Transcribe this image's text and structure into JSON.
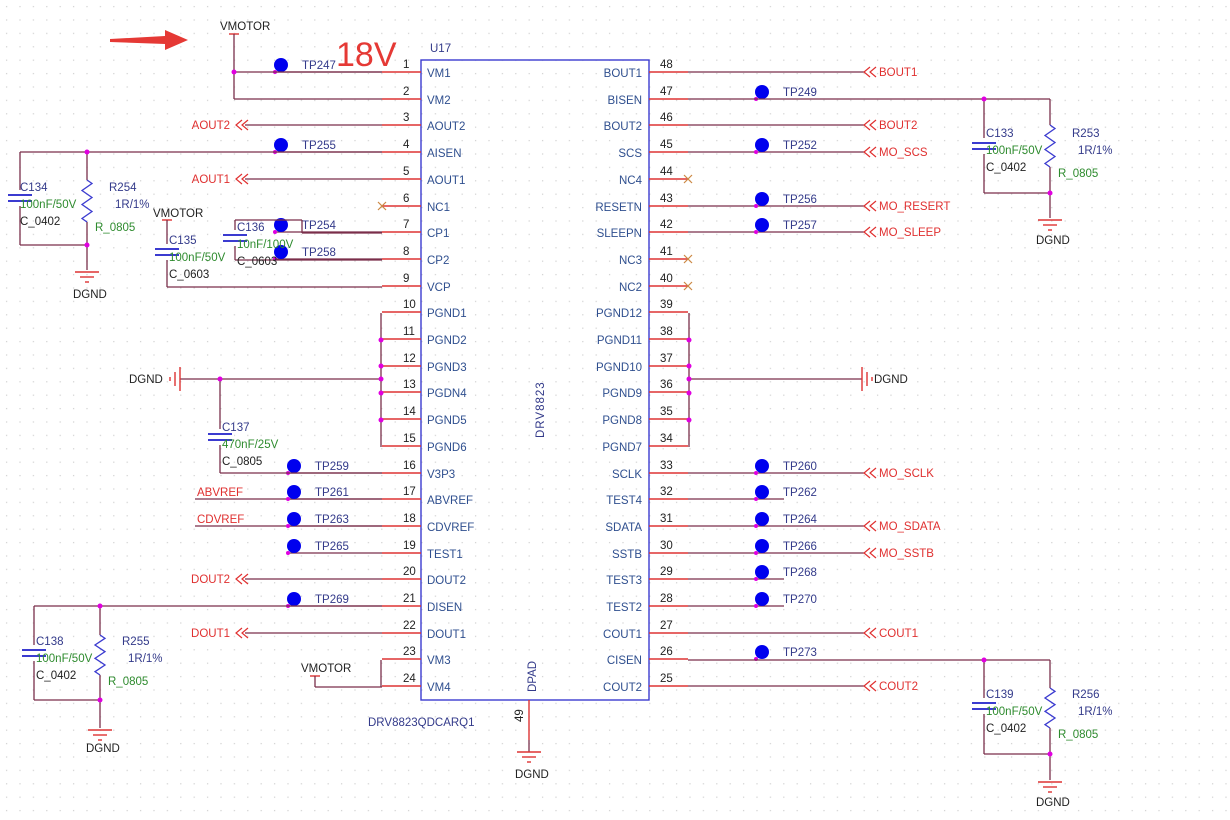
{
  "annotation": {
    "voltage_label": "18V",
    "arrow": "red-arrow-pointing-right",
    "color": "#e53935"
  },
  "component": {
    "ref": "U17",
    "part": "DRV8823QDCARQ1",
    "body_label": "DRV8823",
    "pad_label": "DPAD",
    "pad_pin": "49",
    "pad_net": "DGND",
    "left_pins": [
      {
        "num": "1",
        "name": "VM1"
      },
      {
        "num": "2",
        "name": "VM2"
      },
      {
        "num": "3",
        "name": "AOUT2"
      },
      {
        "num": "4",
        "name": "AISEN"
      },
      {
        "num": "5",
        "name": "AOUT1"
      },
      {
        "num": "6",
        "name": "NC1"
      },
      {
        "num": "7",
        "name": "CP1"
      },
      {
        "num": "8",
        "name": "CP2"
      },
      {
        "num": "9",
        "name": "VCP"
      },
      {
        "num": "10",
        "name": "PGND1"
      },
      {
        "num": "11",
        "name": "PGND2"
      },
      {
        "num": "12",
        "name": "PGND3"
      },
      {
        "num": "13",
        "name": "PGDN4"
      },
      {
        "num": "14",
        "name": "PGND5"
      },
      {
        "num": "15",
        "name": "PGND6"
      },
      {
        "num": "16",
        "name": "V3P3"
      },
      {
        "num": "17",
        "name": "ABVREF"
      },
      {
        "num": "18",
        "name": "CDVREF"
      },
      {
        "num": "19",
        "name": "TEST1"
      },
      {
        "num": "20",
        "name": "DOUT2"
      },
      {
        "num": "21",
        "name": "DISEN"
      },
      {
        "num": "22",
        "name": "DOUT1"
      },
      {
        "num": "23",
        "name": "VM3"
      },
      {
        "num": "24",
        "name": "VM4"
      }
    ],
    "right_pins": [
      {
        "num": "48",
        "name": "BOUT1"
      },
      {
        "num": "47",
        "name": "BISEN"
      },
      {
        "num": "46",
        "name": "BOUT2"
      },
      {
        "num": "45",
        "name": "SCS"
      },
      {
        "num": "44",
        "name": "NC4"
      },
      {
        "num": "43",
        "name": "RESETN"
      },
      {
        "num": "42",
        "name": "SLEEPN"
      },
      {
        "num": "41",
        "name": "NC3"
      },
      {
        "num": "40",
        "name": "NC2"
      },
      {
        "num": "39",
        "name": "PGND12"
      },
      {
        "num": "38",
        "name": "PGND11"
      },
      {
        "num": "37",
        "name": "PGND10"
      },
      {
        "num": "36",
        "name": "PGND9"
      },
      {
        "num": "35",
        "name": "PGND8"
      },
      {
        "num": "34",
        "name": "PGND7"
      },
      {
        "num": "33",
        "name": "SCLK"
      },
      {
        "num": "32",
        "name": "TEST4"
      },
      {
        "num": "31",
        "name": "SDATA"
      },
      {
        "num": "30",
        "name": "SSTB"
      },
      {
        "num": "29",
        "name": "TEST3"
      },
      {
        "num": "28",
        "name": "TEST2"
      },
      {
        "num": "27",
        "name": "COUT1"
      },
      {
        "num": "26",
        "name": "CISEN"
      },
      {
        "num": "25",
        "name": "COUT2"
      }
    ]
  },
  "left_nets": {
    "3": "AOUT2",
    "5": "AOUT1",
    "17": "ABVREF",
    "18": "CDVREF",
    "20": "DOUT2",
    "22": "DOUT1"
  },
  "right_nets": {
    "48": "BOUT1",
    "46": "BOUT2",
    "45": "MO_SCS",
    "43": "MO_RESERT",
    "42": "MO_SLEEP",
    "33": "MO_SCLK",
    "31": "MO_SDATA",
    "30": "MO_SSTB",
    "27": "COUT1",
    "25": "COUT2"
  },
  "left_testpoints": {
    "1": "TP247",
    "4": "TP255",
    "7": "TP254",
    "8": "TP258",
    "16": "TP259",
    "17": "TP261",
    "18": "TP263",
    "19": "TP265",
    "21": "TP269"
  },
  "right_testpoints": {
    "47": "TP249",
    "45": "TP252",
    "43": "TP256",
    "42": "TP257",
    "33": "TP260",
    "32": "TP262",
    "31": "TP264",
    "30": "TP266",
    "29": "TP268",
    "28": "TP270",
    "26": "TP273"
  },
  "power": {
    "vmotor": "VMOTOR",
    "dgnd": "DGND"
  },
  "passives": [
    {
      "id": "C134",
      "ref": "C134",
      "value": "100nF/50V",
      "footprint": "C_0402"
    },
    {
      "id": "R254",
      "ref": "R254",
      "value": "1R/1%",
      "footprint": "R_0805"
    },
    {
      "id": "C135",
      "ref": "C135",
      "value": "100nF/50V",
      "footprint": "C_0603"
    },
    {
      "id": "C136",
      "ref": "C136",
      "value": "10nF/100V",
      "footprint": "C_0603"
    },
    {
      "id": "C137",
      "ref": "C137",
      "value": "470nF/25V",
      "footprint": "C_0805"
    },
    {
      "id": "C133",
      "ref": "C133",
      "value": "100nF/50V",
      "footprint": "C_0402"
    },
    {
      "id": "R253",
      "ref": "R253",
      "value": "1R/1%",
      "footprint": "R_0805"
    },
    {
      "id": "C138",
      "ref": "C138",
      "value": "100nF/50V",
      "footprint": "C_0402"
    },
    {
      "id": "R255",
      "ref": "R255",
      "value": "1R/1%",
      "footprint": "R_0805"
    },
    {
      "id": "C139",
      "ref": "C139",
      "value": "100nF/50V",
      "footprint": "C_0402"
    },
    {
      "id": "R256",
      "ref": "R256",
      "value": "1R/1%",
      "footprint": "R_0805"
    }
  ]
}
